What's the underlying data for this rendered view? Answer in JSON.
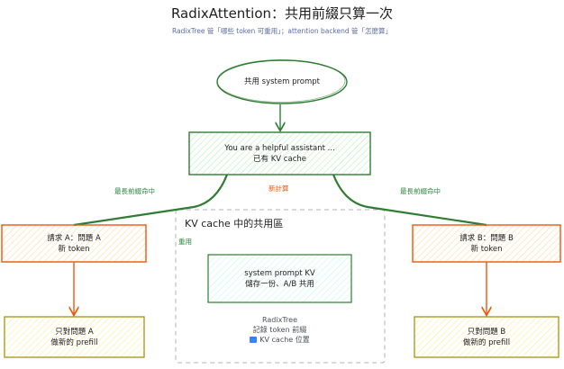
{
  "title": "RadixAttention：共用前綴只算一次",
  "subtitle": "RadixTree 管「哪些 token 可重用」；attention backend 管「怎麼算」",
  "nodes": {
    "system_prompt": {
      "label": "共用 system prompt"
    },
    "cached": {
      "line1": "You are a helpful assistant ...",
      "line2": "已有 KV cache"
    },
    "request_a": {
      "line1": "請求 A：問題 A",
      "line2": "新 token"
    },
    "request_b": {
      "line1": "請求 B：問題 B",
      "line2": "新 token"
    },
    "prefill_a": {
      "line1": "只對問題 A",
      "line2": "做新的 prefill"
    },
    "prefill_b": {
      "line1": "只對問題 B",
      "line2": "做新的 prefill"
    },
    "shared_kv": {
      "line1": "system prompt KV",
      "line2": "儲存一份、A/B 共用"
    }
  },
  "edge_labels": {
    "left": "最長前綴命中",
    "right": "最長前綴命中",
    "center": "新計算"
  },
  "region": {
    "title": "KV cache 中的共用區",
    "note": "重用",
    "footer_line1": "RadixTree",
    "footer_line2": "記錄 token 前綴",
    "footer_line3": "KV cache 位置"
  },
  "colors": {
    "green": "#2f7d32",
    "green_fill": "#ebfbee",
    "orange": "#e8590c",
    "orange_fill": "#fff4e6",
    "yellow_fill": "#fff9db",
    "yellow_stroke": "#a08a00",
    "teal_fill": "#e6fcf5",
    "region_stroke": "#adb5bd"
  }
}
